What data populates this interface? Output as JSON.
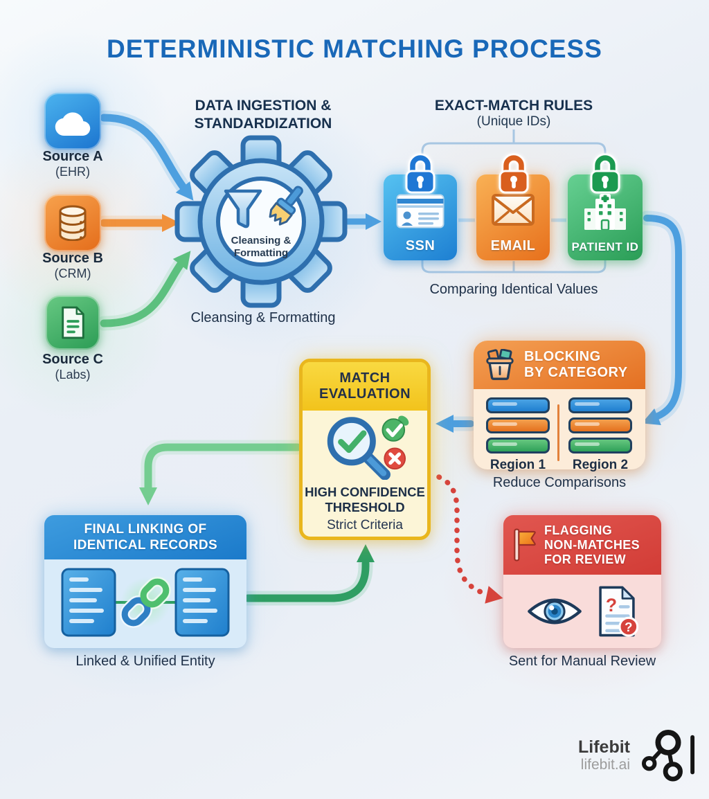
{
  "title": "DETERMINISTIC MATCHING PROCESS",
  "sources": {
    "items": [
      {
        "name": "Source A",
        "sub": "(EHR)",
        "icon": "cloud-icon"
      },
      {
        "name": "Source B",
        "sub": "(CRM)",
        "icon": "database-icon"
      },
      {
        "name": "Source C",
        "sub": "(Labs)",
        "icon": "document-icon"
      }
    ]
  },
  "ingestion": {
    "heading_line1": "DATA INGESTION &",
    "heading_line2": "STANDARDIZATION",
    "gear_line1": "Cleansing &",
    "gear_line2": "Formatting",
    "caption": "Cleansing & Formatting"
  },
  "exact_match": {
    "heading": "EXACT-MATCH RULES",
    "subheading": "(Unique IDs)",
    "cards": [
      {
        "label": "SSN",
        "icon": "id-card-icon"
      },
      {
        "label": "EMAIL",
        "icon": "envelope-icon"
      },
      {
        "label": "PATIENT ID",
        "icon": "hospital-icon"
      }
    ],
    "caption": "Comparing Identical Values"
  },
  "blocking": {
    "heading_line1": "BLOCKING",
    "heading_line2": "BY CATEGORY",
    "regions": [
      "Region 1",
      "Region 2"
    ],
    "caption": "Reduce Comparisons"
  },
  "evaluation": {
    "heading_line1": "MATCH",
    "heading_line2": "EVALUATION",
    "threshold_line1": "HIGH CONFIDENCE",
    "threshold_line2": "THRESHOLD",
    "criteria": "Strict Criteria"
  },
  "linking": {
    "heading_line1": "FINAL LINKING OF",
    "heading_line2": "IDENTICAL RECORDS",
    "caption": "Linked & Unified Entity"
  },
  "flagging": {
    "heading_line1": "FLAGGING",
    "heading_line2": "NON-MATCHES",
    "heading_line3": "FOR REVIEW",
    "caption": "Sent for Manual Review"
  },
  "branding": {
    "name": "Lifebit",
    "domain": "lifebit.ai"
  },
  "colors": {
    "title_blue": "#1968b8",
    "navy": "#1d2f47",
    "blue": "#4d9fdf",
    "orange": "#f0913c",
    "green": "#2f9e63",
    "light_green": "#74cd90",
    "red": "#d6433c",
    "yellow": "#f2c31c"
  }
}
